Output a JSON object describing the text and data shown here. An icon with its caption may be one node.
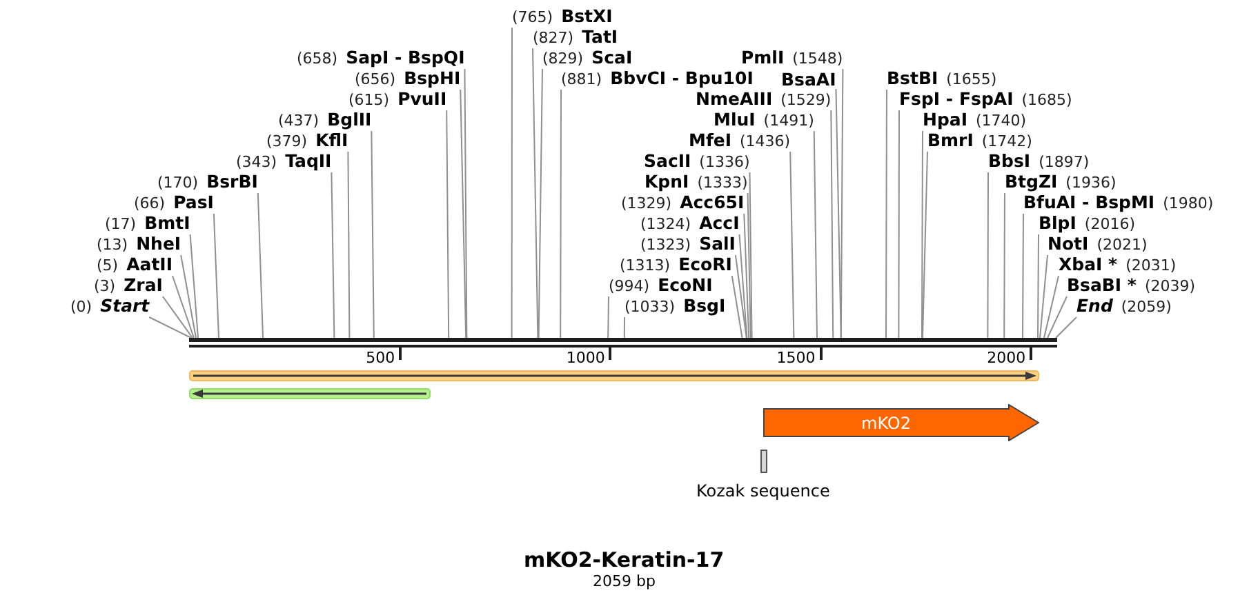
{
  "diagram": {
    "title": "mKO2-Keratin-17",
    "caption": "2059 bp",
    "nodes": [
      {
        "text": [
          "(0)",
          "Start"
        ]
      },
      {
        "text": [
          "(3)",
          "ZraI"
        ]
      },
      {
        "text": [
          "(5)",
          "AatII"
        ]
      },
      {
        "text": [
          "(13)",
          "NheI"
        ]
      },
      {
        "text": [
          "(17)",
          "BmtI"
        ]
      },
      {
        "text": [
          "(66)",
          "PasI"
        ]
      },
      {
        "text": [
          "(170)",
          "BsrBI"
        ]
      },
      {
        "text": [
          "(343)",
          "TaqII"
        ]
      },
      {
        "text": [
          "(379)",
          "KflI"
        ]
      },
      {
        "text": [
          "(437)",
          "BglII"
        ]
      },
      {
        "text": [
          "(615)",
          "PvuII"
        ]
      },
      {
        "text": [
          "(656)",
          "BspHI"
        ]
      },
      {
        "text": [
          "(658)",
          "SapI - BspQI"
        ]
      },
      {
        "text": [
          "(765)",
          "BstXI"
        ]
      },
      {
        "text": [
          "(827)",
          "TatI"
        ]
      },
      {
        "text": [
          "(829)",
          "ScaI"
        ]
      },
      {
        "text": [
          "(881)",
          "BbvCI - Bpu10I"
        ]
      },
      {
        "text": [
          "(994)",
          "EcoNI"
        ]
      },
      {
        "text": [
          "(1033)",
          "BsgI"
        ]
      },
      {
        "text": [
          "(1313)",
          "EcoRI"
        ]
      },
      {
        "text": [
          "(1323)",
          "SalI"
        ]
      },
      {
        "text": [
          "(1324)",
          "AccI"
        ]
      },
      {
        "text": [
          "(1329)",
          "Acc65I"
        ]
      },
      {
        "text": [
          "KpnI",
          "(1333)"
        ]
      },
      {
        "text": [
          "SacII",
          "(1336)"
        ]
      },
      {
        "text": [
          "MfeI",
          "(1436)"
        ]
      },
      {
        "text": [
          "MluI",
          "(1491)"
        ]
      },
      {
        "text": [
          "NmeAIII",
          "(1529)"
        ]
      },
      {
        "text": [
          "PmlI",
          "(1548)"
        ]
      },
      {
        "text": [
          "BsaAI"
        ]
      },
      {
        "text": [
          "BstBI",
          "(1655)"
        ]
      },
      {
        "text": [
          "FspI - FspAI",
          "(1685)"
        ]
      },
      {
        "text": [
          "HpaI",
          "(1740)"
        ]
      },
      {
        "text": [
          "BmrI",
          "(1742)"
        ]
      },
      {
        "text": [
          "BbsI",
          "(1897)"
        ]
      },
      {
        "text": [
          "BtgZI",
          "(1936)"
        ]
      },
      {
        "text": [
          "BfuAI - BspMI",
          "(1980)"
        ]
      },
      {
        "text": [
          "BlpI",
          "(2016)"
        ]
      },
      {
        "text": [
          "NotI",
          "(2021)"
        ]
      },
      {
        "text": [
          "XbaI *",
          "(2031)"
        ]
      },
      {
        "text": [
          "BsaBI *",
          "(2039)"
        ]
      },
      {
        "text": [
          "End",
          "(2059)"
        ]
      },
      {
        "text": [],
        "shape": "bar"
      },
      {
        "text": [],
        "shape": "arrow"
      },
      {
        "text": [],
        "shape": "arrow"
      },
      {
        "text": [
          "mKO2"
        ]
      },
      {
        "text": [
          "Kozak sequence"
        ]
      }
    ],
    "edges": [
      {
        "from": 0,
        "to": 42,
        "arrow": "none"
      },
      {
        "from": 1,
        "to": 42,
        "arrow": "none"
      },
      {
        "from": 2,
        "to": 42,
        "arrow": "none"
      },
      {
        "from": 3,
        "to": 42,
        "arrow": "none"
      },
      {
        "from": 4,
        "to": 42,
        "arrow": "none"
      },
      {
        "from": 5,
        "to": 42,
        "arrow": "none"
      },
      {
        "from": 6,
        "to": 42,
        "arrow": "none"
      },
      {
        "from": 7,
        "to": 42,
        "arrow": "none"
      },
      {
        "from": 8,
        "to": 42,
        "arrow": "none"
      },
      {
        "from": 9,
        "to": 42,
        "arrow": "none"
      },
      {
        "from": 10,
        "to": 42,
        "arrow": "none"
      },
      {
        "from": 11,
        "to": 42,
        "arrow": "none"
      },
      {
        "from": 12,
        "to": 42,
        "arrow": "none"
      },
      {
        "from": 13,
        "to": 42,
        "arrow": "none"
      },
      {
        "from": 14,
        "to": 42,
        "arrow": "none"
      },
      {
        "from": 15,
        "to": 42,
        "arrow": "none"
      },
      {
        "from": 16,
        "to": 42,
        "arrow": "none"
      },
      {
        "from": 17,
        "to": 42,
        "arrow": "none"
      },
      {
        "from": 18,
        "to": 42,
        "arrow": "none"
      },
      {
        "from": 19,
        "to": 42,
        "arrow": "none"
      },
      {
        "from": 20,
        "to": 42,
        "arrow": "none"
      },
      {
        "from": 21,
        "to": 42,
        "arrow": "none"
      },
      {
        "from": 22,
        "to": 42,
        "arrow": "none"
      },
      {
        "from": 23,
        "to": 42,
        "arrow": "none"
      },
      {
        "from": 24,
        "to": 42,
        "arrow": "none"
      },
      {
        "from": 25,
        "to": 42,
        "arrow": "none"
      },
      {
        "from": 26,
        "to": 42,
        "arrow": "none"
      },
      {
        "from": 27,
        "to": 42,
        "arrow": "none"
      },
      {
        "from": 28,
        "to": 42,
        "arrow": "none"
      },
      {
        "from": 29,
        "to": 42,
        "arrow": "none"
      },
      {
        "from": 30,
        "to": 42,
        "arrow": "none"
      },
      {
        "from": 31,
        "to": 42,
        "arrow": "none"
      },
      {
        "from": 32,
        "to": 42,
        "arrow": "none"
      },
      {
        "from": 33,
        "to": 42,
        "arrow": "none"
      },
      {
        "from": 34,
        "to": 42,
        "arrow": "none"
      },
      {
        "from": 35,
        "to": 42,
        "arrow": "none"
      },
      {
        "from": 36,
        "to": 42,
        "arrow": "none"
      },
      {
        "from": 37,
        "to": 42,
        "arrow": "none"
      },
      {
        "from": 38,
        "to": 42,
        "arrow": "none"
      },
      {
        "from": 39,
        "to": 42,
        "arrow": "none"
      },
      {
        "from": 40,
        "to": 42,
        "arrow": "none"
      },
      {
        "from": 41,
        "to": 42,
        "arrow": "none"
      }
    ],
    "labels": [
      "500",
      "1000",
      "1500",
      "2000"
    ]
  }
}
